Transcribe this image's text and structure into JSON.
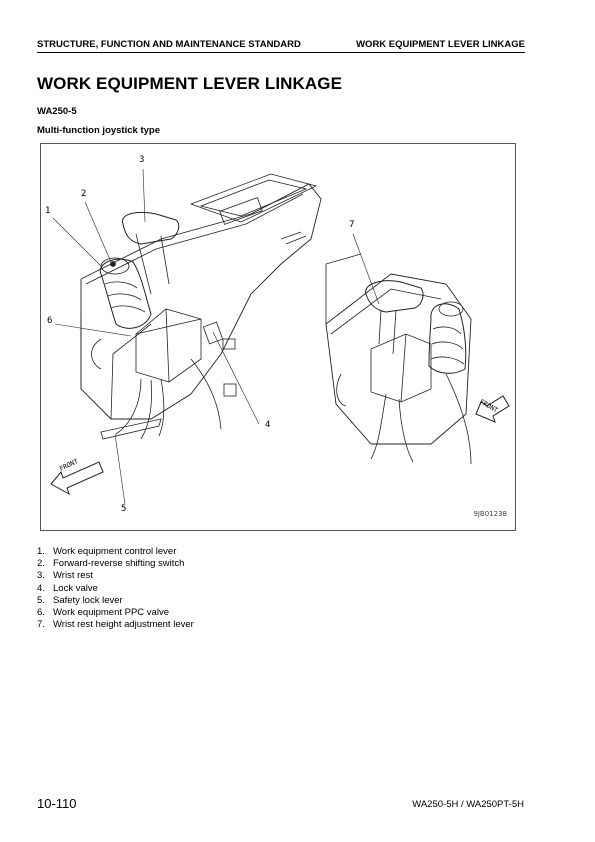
{
  "header": {
    "left": "STRUCTURE, FUNCTION AND MAINTENANCE STANDARD",
    "right": "WORK EQUIPMENT LEVER LINKAGE"
  },
  "title": "WORK EQUIPMENT LEVER LINKAGE",
  "model": "WA250-5",
  "subtitle": "Multi-function joystick type",
  "figure": {
    "code": "9JB01238",
    "callouts": [
      "1",
      "2",
      "3",
      "4",
      "5",
      "6",
      "7"
    ],
    "front_label": "FRONT"
  },
  "parts": [
    {
      "num": "1.",
      "label": "Work equipment control lever"
    },
    {
      "num": "2.",
      "label": "Forward-reverse shifting switch"
    },
    {
      "num": "3.",
      "label": "Wrist rest"
    },
    {
      "num": "4.",
      "label": "Lock valve"
    },
    {
      "num": "5.",
      "label": "Safety lock lever"
    },
    {
      "num": "6.",
      "label": "Work equipment PPC valve"
    },
    {
      "num": "7.",
      "label": "Wrist rest height adjustment lever"
    }
  ],
  "footer": {
    "page": "10-110",
    "model": "WA250-5H / WA250PT-5H"
  }
}
